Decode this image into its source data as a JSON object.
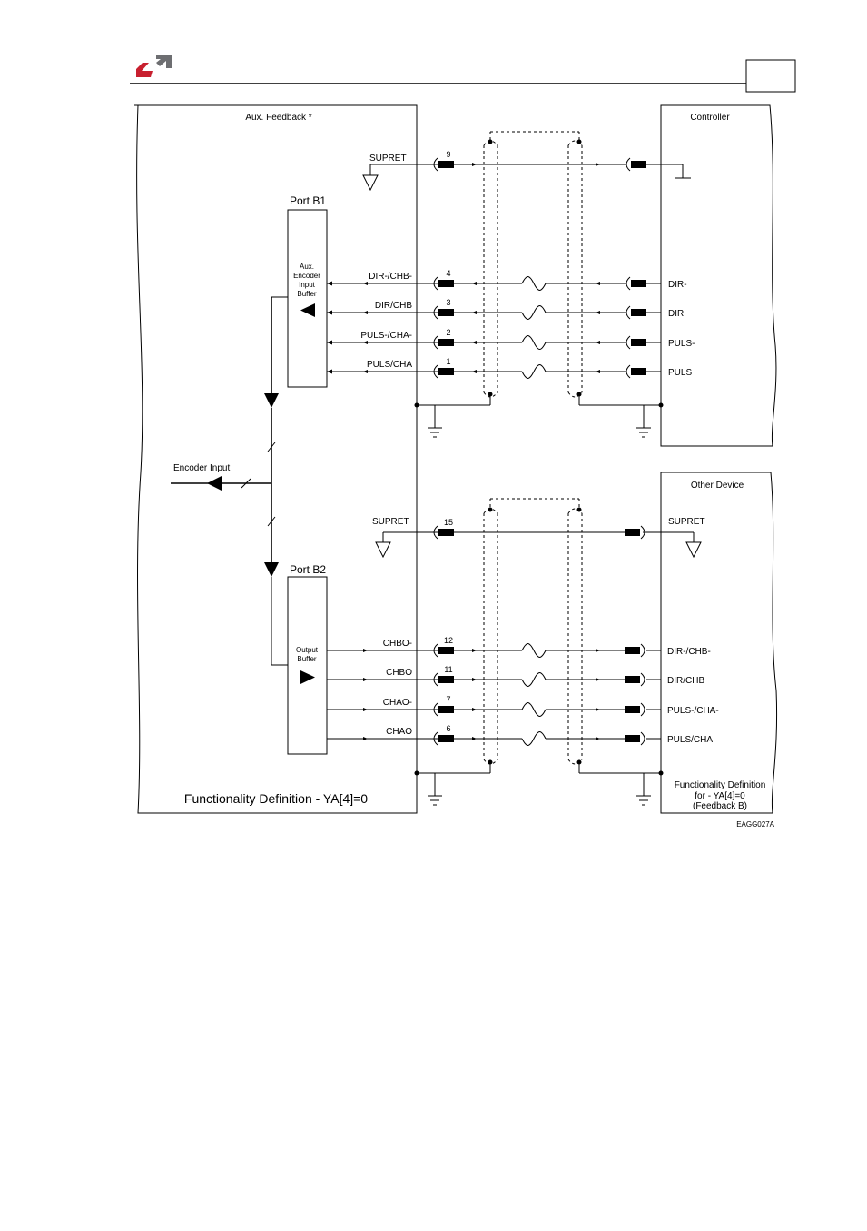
{
  "header": {
    "logo": "elmo-logo-icon",
    "page_number": ""
  },
  "left_block": {
    "title": "Aux. Feedback *",
    "footer": "Functionality Definition - YA[4]=0",
    "encoder_input": "Encoder Input",
    "port_b1": {
      "title": "Port B1",
      "buffer_lines": [
        "Aux.",
        "Encoder",
        "Input",
        "Buffer"
      ]
    },
    "port_b2": {
      "title": "Port B2",
      "buffer_lines": [
        "Output",
        "Buffer"
      ]
    }
  },
  "top_section": {
    "device_title": "Controller",
    "supret": {
      "left_label": "SUPRET",
      "pin": "9"
    },
    "signals": [
      {
        "left": "DIR-/CHB-",
        "pin": "4",
        "right": "DIR-"
      },
      {
        "left": "DIR/CHB",
        "pin": "3",
        "right": "DIR"
      },
      {
        "left": "PULS-/CHA-",
        "pin": "2",
        "right": "PULS-"
      },
      {
        "left": "PULS/CHA",
        "pin": "1",
        "right": "PULS"
      }
    ]
  },
  "bottom_section": {
    "device_title": "Other Device",
    "supret": {
      "left_label": "SUPRET",
      "pin": "15",
      "right_label": "SUPRET"
    },
    "signals": [
      {
        "left": "CHBO-",
        "pin": "12",
        "right": "DIR-/CHB-"
      },
      {
        "left": "CHBO",
        "pin": "11",
        "right": "DIR/CHB"
      },
      {
        "left": "CHAO-",
        "pin": "7",
        "right": "PULS-/CHA-"
      },
      {
        "left": "CHAO",
        "pin": "6",
        "right": "PULS/CHA"
      }
    ],
    "footer_lines": [
      "Functionality Definition",
      "for - YA[4]=0",
      "(Feedback B)"
    ]
  },
  "figure_code": "EAGG027A"
}
